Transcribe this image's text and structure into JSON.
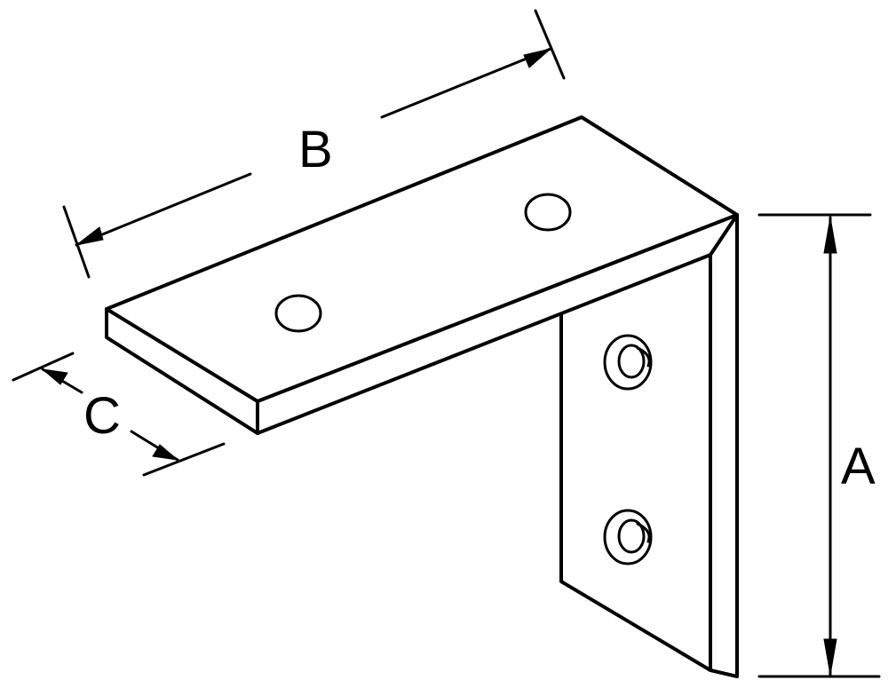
{
  "diagram": {
    "labels": {
      "A": "A",
      "B": "B",
      "C": "C"
    }
  }
}
